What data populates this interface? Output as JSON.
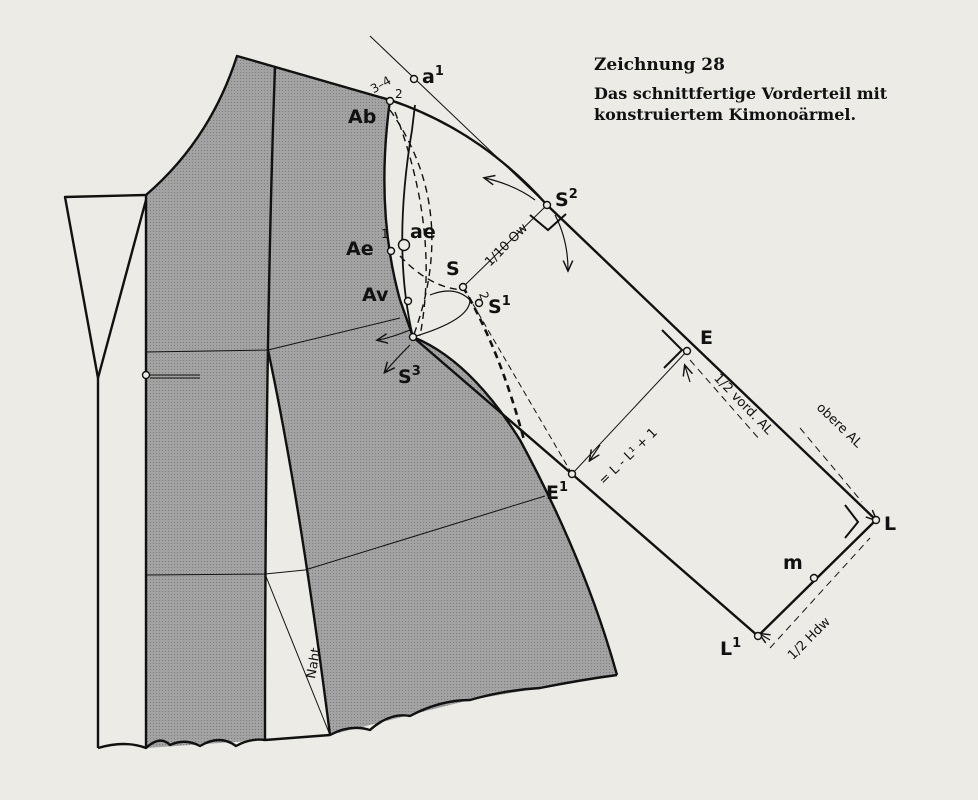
{
  "caption": {
    "title": "Zeichnung 28",
    "description_line1": "Das schnittfertige Vorderteil mit",
    "description_line2": "konstruiertem Kimonoärmel."
  },
  "points": {
    "a1": {
      "base": "a",
      "sup": "1"
    },
    "Ab": {
      "base": "Ab",
      "sup": ""
    },
    "ae": {
      "base": "ae",
      "sup": ""
    },
    "Ae": {
      "base": "Ae",
      "sup": ""
    },
    "S": {
      "base": "S",
      "sup": ""
    },
    "Av": {
      "base": "Av",
      "sup": ""
    },
    "S1": {
      "base": "S",
      "sup": "1"
    },
    "S2": {
      "base": "S",
      "sup": "2"
    },
    "S3": {
      "base": "S",
      "sup": "3"
    },
    "E": {
      "base": "E",
      "sup": ""
    },
    "E1": {
      "base": "E",
      "sup": "1"
    },
    "L": {
      "base": "L",
      "sup": ""
    },
    "L1": {
      "base": "L",
      "sup": "1"
    },
    "m": {
      "base": "m",
      "sup": ""
    }
  },
  "small_marks": {
    "three_four": "3–4",
    "two_top": "2",
    "one_ae": "1",
    "two_s": "2"
  },
  "measurements": {
    "one_tenth_ow": "1/10 Ow",
    "half_front_al": "1/2 vord. AL",
    "l_formula": "= L - L¹ + 1",
    "upper_al": "obere AL",
    "half_hdw": "1/2 Hdw",
    "seam": "Naht"
  },
  "colors": {
    "background": "#ecebe6",
    "shading": "#9b9b9b",
    "ink": "#111111"
  }
}
